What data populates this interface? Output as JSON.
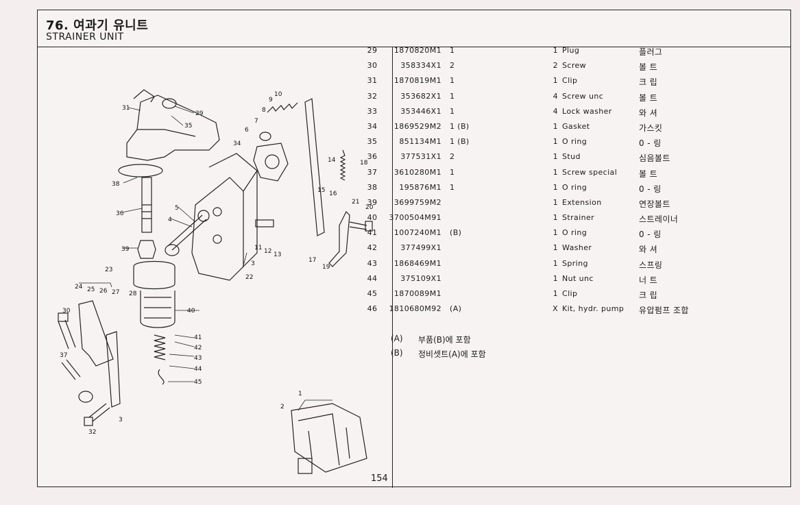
{
  "header": {
    "title_ko": "76. 여과기 유니트",
    "title_en": "STRAINER UNIT"
  },
  "page_number": "154",
  "parts": [
    {
      "ref": "29",
      "part": "1870820M1",
      "note": "1",
      "qty": "1",
      "desc": "Plug",
      "ko": "플러그"
    },
    {
      "ref": "30",
      "part": "358334X1",
      "note": "2",
      "qty": "2",
      "desc": "Screw",
      "ko": "볼  트"
    },
    {
      "ref": "31",
      "part": "1870819M1",
      "note": "1",
      "qty": "1",
      "desc": "Clip",
      "ko": "크  립"
    },
    {
      "ref": "32",
      "part": "353682X1",
      "note": "1",
      "qty": "4",
      "desc": "Screw unc",
      "ko": "볼  트"
    },
    {
      "ref": "33",
      "part": "353446X1",
      "note": "1",
      "qty": "4",
      "desc": "Lock washer",
      "ko": "와  셔"
    },
    {
      "ref": "34",
      "part": "1869529M2",
      "note": "1 (B)",
      "qty": "1",
      "desc": "Gasket",
      "ko": "가스킷"
    },
    {
      "ref": "35",
      "part": "851134M1",
      "note": "1 (B)",
      "qty": "1",
      "desc": "O ring",
      "ko": "0 - 링"
    },
    {
      "ref": "36",
      "part": "377531X1",
      "note": "2",
      "qty": "1",
      "desc": "Stud",
      "ko": "심음볼트"
    },
    {
      "ref": "37",
      "part": "3610280M1",
      "note": "1",
      "qty": "1",
      "desc": "Screw special",
      "ko": "볼  트"
    },
    {
      "ref": "38",
      "part": "195876M1",
      "note": "1",
      "qty": "1",
      "desc": "O ring",
      "ko": "0 - 링"
    },
    {
      "ref": "39",
      "part": "3699759M2",
      "note": "",
      "qty": "1",
      "desc": "Extension",
      "ko": "연장볼트"
    },
    {
      "ref": "40",
      "part": "3700504M91",
      "note": "",
      "qty": "1",
      "desc": "Strainer",
      "ko": "스트레이너"
    },
    {
      "ref": "41",
      "part": "1007240M1",
      "note": "(B)",
      "qty": "1",
      "desc": "O ring",
      "ko": "0 - 링"
    },
    {
      "ref": "42",
      "part": "377499X1",
      "note": "",
      "qty": "1",
      "desc": "Washer",
      "ko": "와  셔"
    },
    {
      "ref": "43",
      "part": "1868469M1",
      "note": "",
      "qty": "1",
      "desc": "Spring",
      "ko": "스프링"
    },
    {
      "ref": "44",
      "part": "375109X1",
      "note": "",
      "qty": "1",
      "desc": "Nut unc",
      "ko": "너  트"
    },
    {
      "ref": "45",
      "part": "1870089M1",
      "note": "",
      "qty": "1",
      "desc": "Clip",
      "ko": "크  립"
    },
    {
      "ref": "46",
      "part": "1810680M92",
      "note": "(A)",
      "qty": "X",
      "desc": "Kit, hydr. pump",
      "ko": "유압펌프 조합"
    }
  ],
  "notes": [
    {
      "key": "(A)",
      "text": "부품(B)에 포함"
    },
    {
      "key": "(B)",
      "text": "정비셋트(A)에 포함"
    }
  ],
  "callouts": [
    "1",
    "2",
    "3",
    "3",
    "4",
    "5",
    "6",
    "7",
    "8",
    "9",
    "10",
    "11",
    "12",
    "13",
    "14",
    "15",
    "16",
    "17",
    "18",
    "19",
    "20",
    "21",
    "22",
    "23",
    "24",
    "25",
    "26",
    "27",
    "28",
    "29",
    "30",
    "31",
    "32",
    "34",
    "35",
    "36",
    "37",
    "38",
    "39",
    "40",
    "41",
    "42",
    "43",
    "44",
    "45"
  ]
}
